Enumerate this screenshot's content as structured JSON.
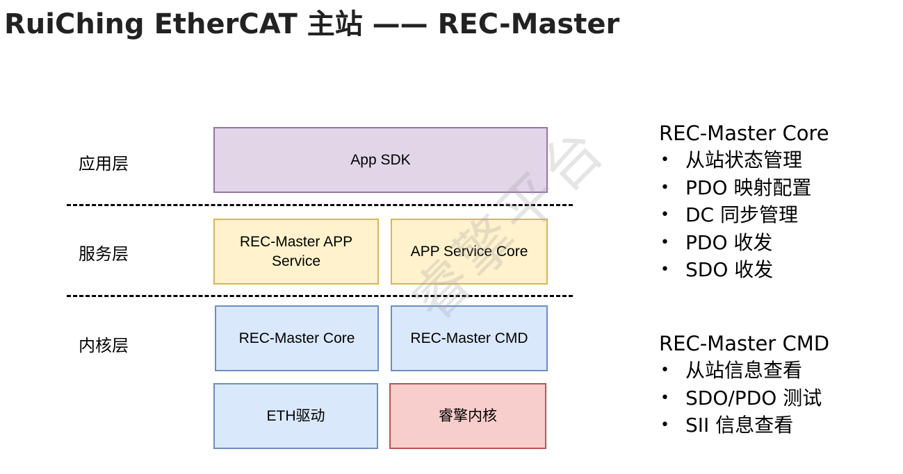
{
  "title": "RuiChing EtherCAT 主站 —— REC-Master",
  "layers": {
    "app": "应用层",
    "service": "服务层",
    "kernel": "内核层"
  },
  "boxes": {
    "app_sdk": "App SDK",
    "rec_master_app_service": "REC-Master APP Service",
    "app_service_core": "APP Service Core",
    "rec_master_core": "REC-Master Core",
    "rec_master_cmd": "REC-Master CMD",
    "eth_driver": "ETH驱动",
    "ruiqing_kernel": "睿擎内核"
  },
  "watermark": "睿擎平台",
  "panels": [
    {
      "title": "REC-Master Core",
      "items": [
        "从站状态管理",
        "PDO 映射配置",
        "DC 同步管理",
        "PDO 收发",
        "SDO 收发"
      ]
    },
    {
      "title": "REC-Master CMD",
      "items": [
        "从站信息查看",
        "SDO/PDO 测试",
        "SII 信息查看"
      ]
    }
  ],
  "colors": {
    "purple_fill": "#e1d5e7",
    "purple_border": "#9673a6",
    "yellow_fill": "#fff2cc",
    "yellow_border": "#d6b656",
    "blue_fill": "#dae8fc",
    "blue_border": "#6c8ebf",
    "red_fill": "#f8cecc",
    "red_border": "#b85450"
  }
}
